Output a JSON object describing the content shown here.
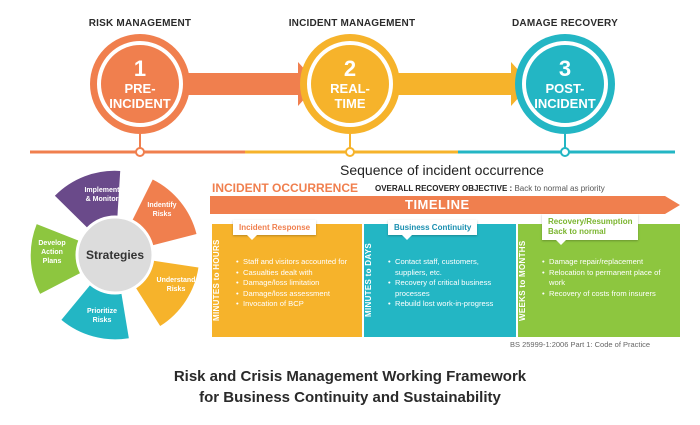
{
  "phases": [
    {
      "title": "RISK MANAGEMENT",
      "number": "1",
      "line1": "PRE-",
      "line2": "INCIDENT",
      "color": "#f07f4e"
    },
    {
      "title": "INCIDENT MANAGEMENT",
      "number": "2",
      "line1": "REAL-",
      "line2": "TIME",
      "color": "#f6b32b"
    },
    {
      "title": "DAMAGE RECOVERY",
      "number": "3",
      "line1": "POST-",
      "line2": "INCIDENT",
      "color": "#23b6c4"
    }
  ],
  "sequence_label": "Sequence of incident occurrence",
  "incident_occurrence": "INCIDENT OCCURRENCE",
  "objective": {
    "label": "OVERALL RECOVERY OBJECTIVE :",
    "value": "Back to normal as priority"
  },
  "timeline": "TIMELINE",
  "strategy_wheel": {
    "center": "Strategies",
    "segments": [
      {
        "label1": "Implement",
        "label2": "& Monitor",
        "color": "#6a4a8a"
      },
      {
        "label1": "Indentify",
        "label2": "Risks",
        "color": "#f07f4e"
      },
      {
        "label1": "Understand",
        "label2": "Risks",
        "color": "#f6b32b"
      },
      {
        "label1": "Prioritize",
        "label2": "Risks",
        "color": "#23b6c4"
      },
      {
        "label1": "Develop",
        "label2": "Action",
        "label3": "Plans",
        "color": "#8dc63f"
      }
    ]
  },
  "panels": [
    {
      "vertical": "MINUTES to HOURS",
      "callout": "Incident Response",
      "color": "#f6b32b",
      "callout_color": "#f07f4e",
      "items": [
        "Staff and visitors accounted for",
        "Casualties dealt with",
        "Damage/loss limitation",
        "Damage/loss assessment",
        "Invocation of BCP"
      ]
    },
    {
      "vertical": "MINUTES to DAYS",
      "callout": "Business Continuity",
      "color": "#23b6c4",
      "callout_color": "#1a8fb0",
      "items": [
        "Contact staff, customers, suppliers, etc.",
        "Recovery of critical business processes",
        "Rebuild lost work-in-progress"
      ]
    },
    {
      "vertical": "WEEKS to MONTHS",
      "callout1": "Recovery/Resumption",
      "callout2": "Back to normal",
      "color": "#8dc63f",
      "callout_color": "#7bb52f",
      "items": [
        "Damage repair/replacement",
        "Relocation to permanent place of work",
        "Recovery of costs from insurers"
      ]
    }
  ],
  "reference": "BS 25999-1:2006 Part 1: Code of Practice",
  "footer": {
    "line1": "Risk and Crisis Management Working Framework",
    "line2": "for Business Continuity and Sustainability"
  }
}
